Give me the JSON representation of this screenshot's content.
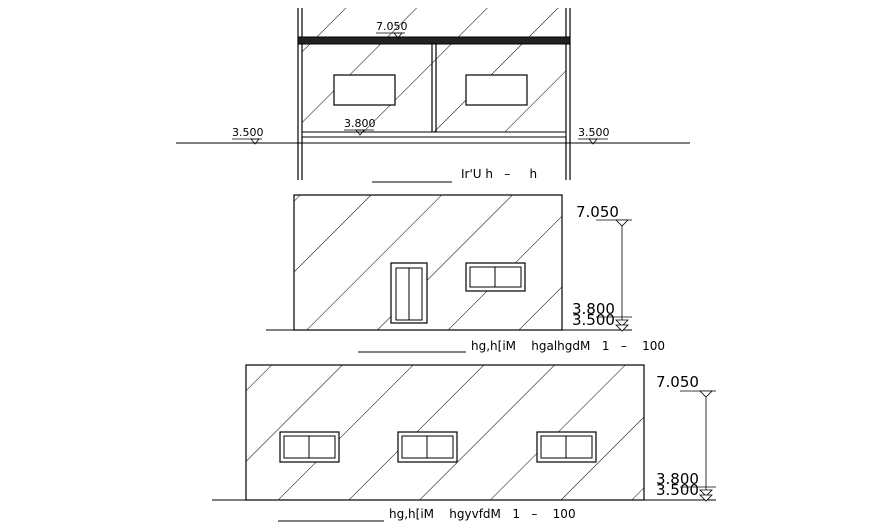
{
  "section": {
    "top_level": "7.050",
    "floor_level": "3.800",
    "ground_left": "3.500",
    "ground_right": "3.500",
    "title": "Ir'U h   –     h"
  },
  "elevation_1": {
    "top_level": "7.050",
    "floor_level": "3.800",
    "ground_level": "3.500",
    "title": "hg,h[iM    hgalhgdM   1   –    100"
  },
  "elevation_2": {
    "top_level": "7.050",
    "floor_level": "3.800",
    "ground_level": "3.500",
    "title": "hg,h[iM    hgyvfdM   1   –    100"
  }
}
